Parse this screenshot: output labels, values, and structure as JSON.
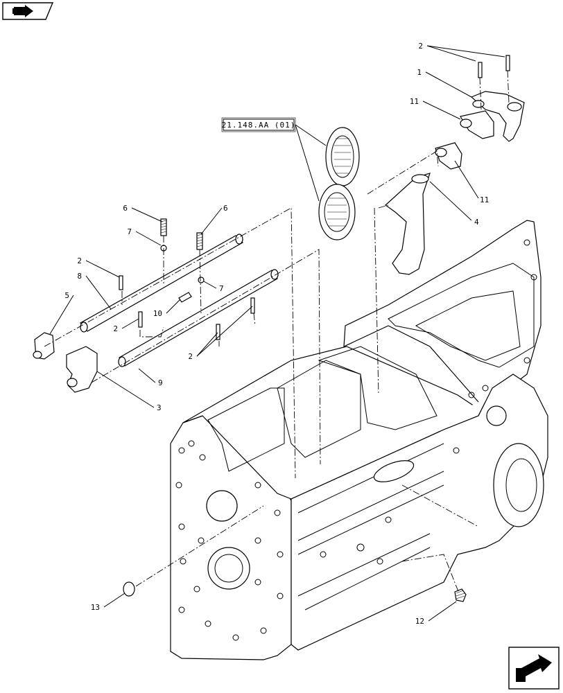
{
  "nav": {
    "top_icon": "book-arrow-icon",
    "bottom_icon": "next-page-arrow-icon"
  },
  "reference": {
    "label": "21.148.AA (01)"
  },
  "callouts": [
    {
      "id": "c1",
      "text": "1"
    },
    {
      "id": "c2a",
      "text": "2"
    },
    {
      "id": "c2b",
      "text": "2"
    },
    {
      "id": "c2c",
      "text": "2"
    },
    {
      "id": "c2d",
      "text": "2"
    },
    {
      "id": "c3",
      "text": "3"
    },
    {
      "id": "c4",
      "text": "4"
    },
    {
      "id": "c5",
      "text": "5"
    },
    {
      "id": "c6a",
      "text": "6"
    },
    {
      "id": "c6b",
      "text": "6"
    },
    {
      "id": "c7a",
      "text": "7"
    },
    {
      "id": "c7b",
      "text": "7"
    },
    {
      "id": "c8",
      "text": "8"
    },
    {
      "id": "c9",
      "text": "9"
    },
    {
      "id": "c10",
      "text": "10"
    },
    {
      "id": "c11a",
      "text": "11"
    },
    {
      "id": "c11b",
      "text": "11"
    },
    {
      "id": "c12",
      "text": "12"
    },
    {
      "id": "c13",
      "text": "13"
    }
  ]
}
